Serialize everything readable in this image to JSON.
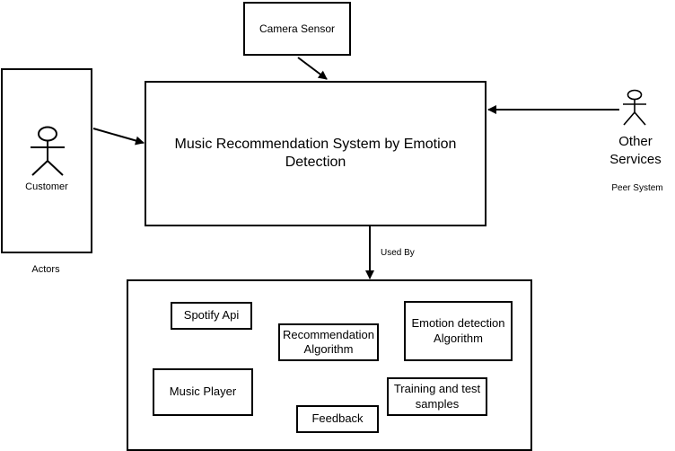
{
  "nodes": {
    "camera_sensor": "Camera Sensor",
    "main_system": "Music Recommendation System by Emotion Detection",
    "customer": "Customer",
    "actors_caption": "Actors",
    "other_services": "Other Services",
    "peer_system": "Peer System",
    "used_by": "Used By"
  },
  "components": {
    "spotify_api": "Spotify Api",
    "recommendation_algorithm": "Recommendation Algorithm",
    "emotion_detection_algorithm": "Emotion detection Algorithm",
    "music_player": "Music Player",
    "training_samples": "Training and test samples",
    "feedback": "Feedback"
  },
  "colors": {
    "stroke": "#000000",
    "fill": "#ffffff"
  },
  "icons": {
    "actor": "stick-figure-icon"
  }
}
